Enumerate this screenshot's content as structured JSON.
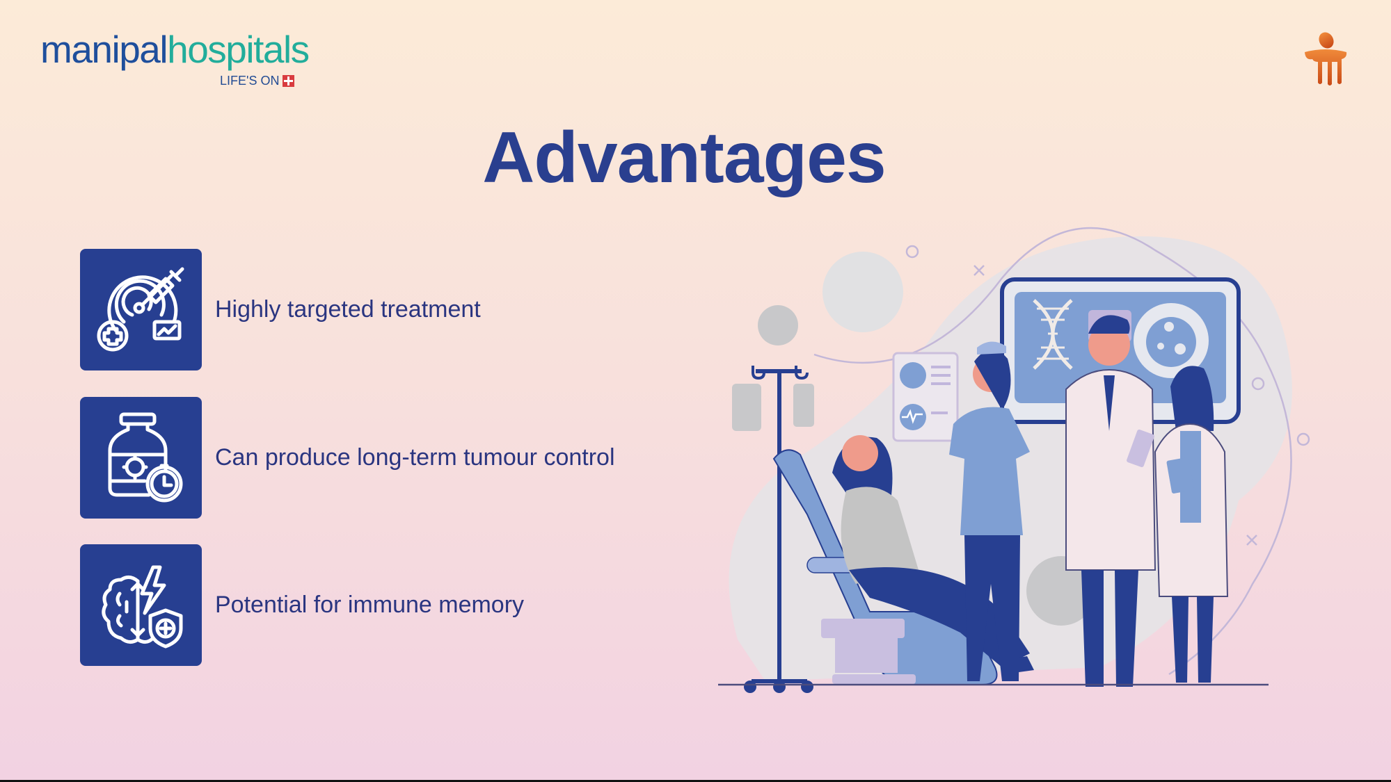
{
  "header": {
    "logo": {
      "part1": "manipal",
      "part2": "hospitals",
      "tagline": "LIFE'S ON",
      "tag_icon": "red-cross-plus-icon"
    },
    "brand_mark_icon": "manipal-figure-icon"
  },
  "slide": {
    "title": "Advantages",
    "items": [
      {
        "label": "Highly targeted treatment",
        "icon": "target-syringe-icon"
      },
      {
        "label": "Can produce long-term tumour control",
        "icon": "medicine-bottle-timer-icon"
      },
      {
        "label": "Potential for immune memory",
        "icon": "brain-shield-icon"
      }
    ],
    "illustration": "chemotherapy-clinic-scene"
  },
  "colors": {
    "primary_blue": "#273f91",
    "title_blue": "#2a3f8f",
    "logo_teal": "#22ad9b",
    "logo_blue": "#1f4f9c",
    "brand_orange": "#e0641f",
    "background_top": "#fcebd8",
    "background_bottom": "#f2d2e2"
  }
}
